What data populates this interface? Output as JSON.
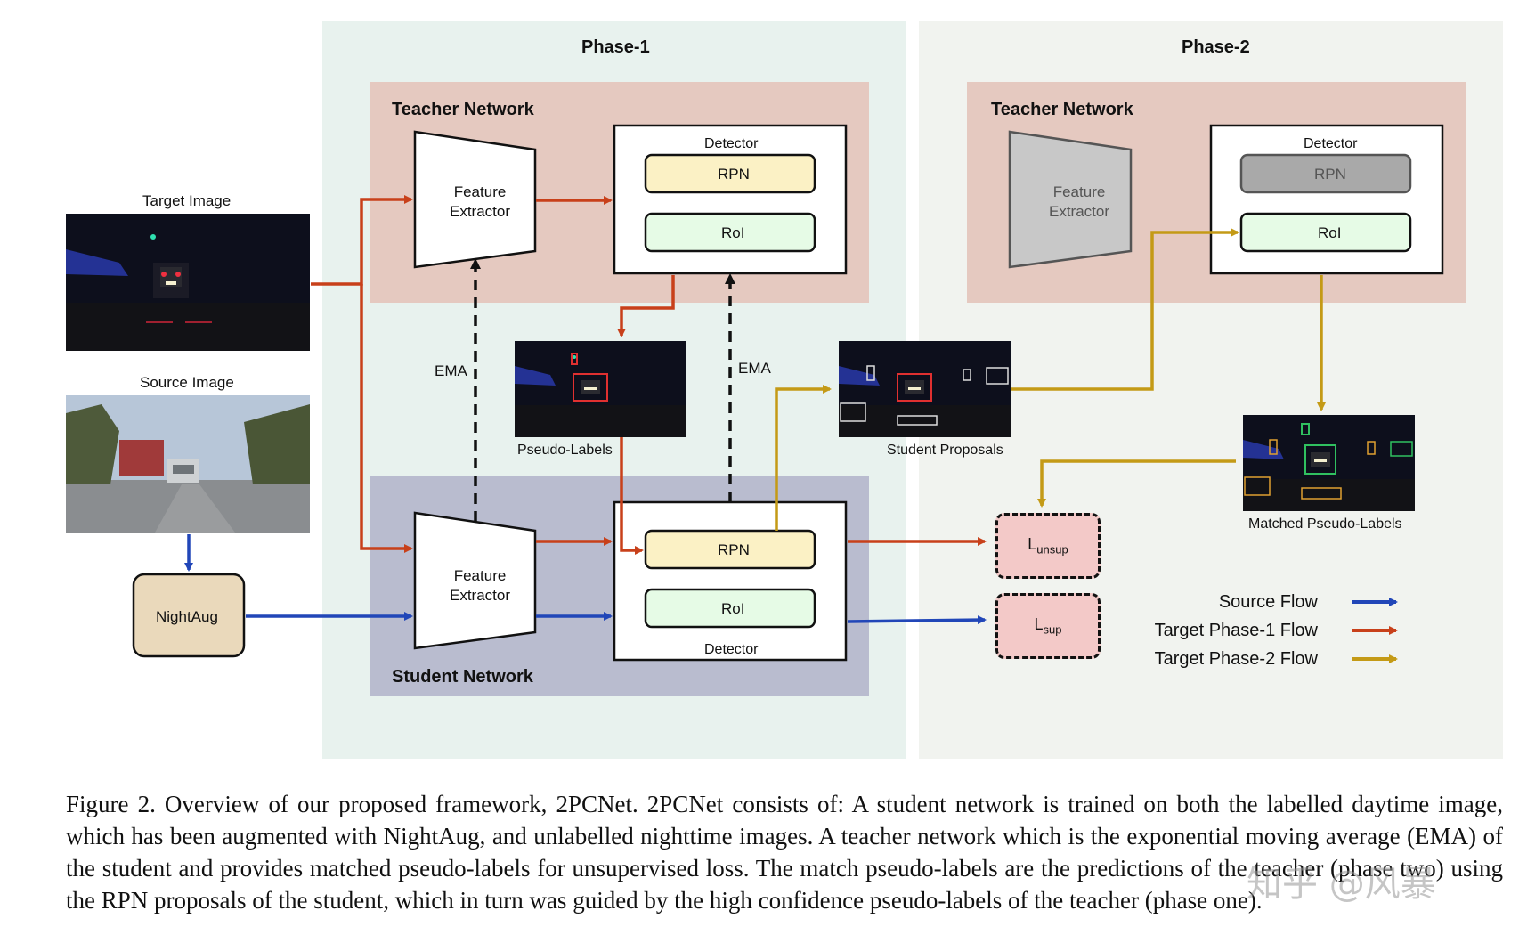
{
  "figure": {
    "phase1_title": "Phase-1",
    "phase2_title": "Phase-2",
    "teacher_network_label": "Teacher Network",
    "student_network_label": "Student Network",
    "feature_extractor_label": "Feature\nExtractor",
    "detector_label": "Detector",
    "rpn_label": "RPN",
    "roi_label": "RoI",
    "ema_label": "EMA",
    "target_image_label": "Target Image",
    "source_image_label": "Source Image",
    "nightaug_label": "NightAug",
    "pseudo_labels_label": "Pseudo-Labels",
    "student_proposals_label": "Student Proposals",
    "matched_pseudo_labels_label": "Matched Pseudo-Labels",
    "loss_unsup_main": "L",
    "loss_unsup_sub": "unsup",
    "loss_sup_main": "L",
    "loss_sup_sub": "sup",
    "legend": {
      "source_flow": "Source Flow",
      "target_phase1_flow": "Target Phase-1 Flow",
      "target_phase2_flow": "Target Phase-2 Flow"
    },
    "colors": {
      "phase1_bg": "#e8f2ee",
      "phase2_bg": "#f1f3ef",
      "teacher_bg": "#e5c9c0",
      "student_bg": "#b9bccf",
      "rpn_fill": "#fbf1c5",
      "roi_fill": "#e6fbe6",
      "rpn_disabled": "#a9a9a9",
      "extractor_disabled": "#c8c8c8",
      "nightaug_fill": "#ead9bb",
      "loss_fill": "#f3c9c8",
      "source_flow": "#2146b8",
      "target_phase1_flow": "#c8401a",
      "target_phase2_flow": "#c49a16"
    }
  },
  "caption": "Figure 2. Overview of our proposed framework, 2PCNet. 2PCNet consists of: A student network is trained on both the labelled daytime image, which has been augmented with NightAug, and unlabelled nighttime images. A teacher network which is the exponential moving average (EMA) of the student and provides matched pseudo-labels for unsupervised loss. The match pseudo-labels are the predictions of the teacher (phase two) using the RPN proposals of the student, which in turn was guided by the high confidence pseudo-labels of the teacher (phase one).",
  "watermark": "知乎 @风暴"
}
